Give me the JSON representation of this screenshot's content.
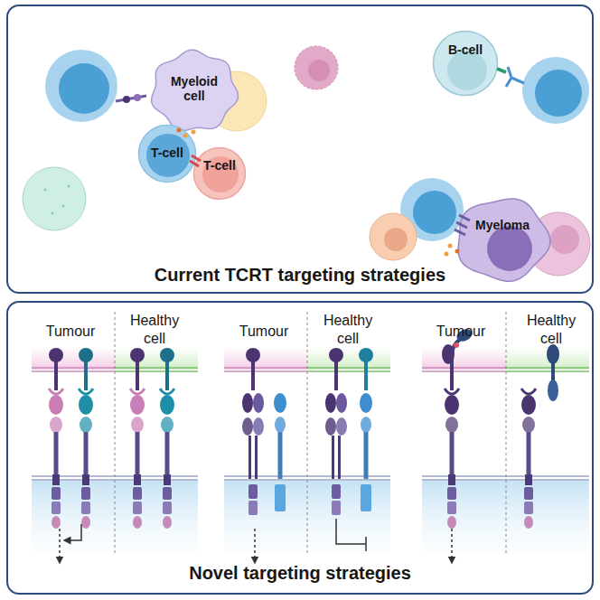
{
  "diagram": {
    "nodes": [
      {
        "text": [
          "Current TCRT targeting strategies"
        ]
      },
      {
        "text": [
          "Myeloid cell"
        ],
        "in": 0
      },
      {
        "text": [
          "B-cell"
        ],
        "in": 0
      },
      {
        "text": [
          "T-cell"
        ],
        "in": 0
      },
      {
        "text": [
          "T-cell"
        ],
        "in": 0
      },
      {
        "text": [
          "Myeloma"
        ],
        "in": 0
      },
      {
        "text": [
          "Novel targeting strategies"
        ]
      }
    ],
    "labels": [
      "Tumour",
      "Healthy cell",
      "Tumour",
      "Healthy cell",
      "Tumour",
      "Healthy cell"
    ]
  }
}
